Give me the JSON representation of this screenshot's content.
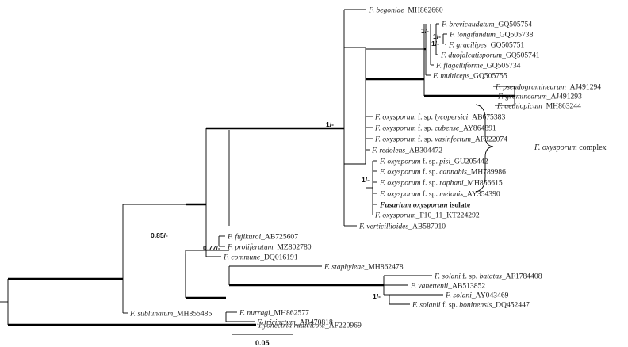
{
  "taxa": [
    {
      "id": "begoniae",
      "parts": [
        {
          "t": "F. begoniae",
          "i": true
        },
        {
          "t": "_MH862660"
        }
      ]
    },
    {
      "id": "brevicaudatum",
      "parts": [
        {
          "t": "F. brevicaudatum",
          "i": true
        },
        {
          "t": "_GQ505754"
        }
      ]
    },
    {
      "id": "longifundum",
      "parts": [
        {
          "t": "F. longifundum",
          "i": true
        },
        {
          "t": "_GQ505738"
        }
      ]
    },
    {
      "id": "gracilipes",
      "parts": [
        {
          "t": "F. gracilipes",
          "i": true
        },
        {
          "t": "_GQ505751"
        }
      ]
    },
    {
      "id": "duofalcatisporum",
      "parts": [
        {
          "t": "F. duofalcatisporum",
          "i": true
        },
        {
          "t": "_GQ505741"
        }
      ]
    },
    {
      "id": "flagelliforme",
      "parts": [
        {
          "t": "F. flagelliforme",
          "i": true
        },
        {
          "t": "_GQ505734"
        }
      ]
    },
    {
      "id": "multiceps",
      "parts": [
        {
          "t": "F. multiceps",
          "i": true
        },
        {
          "t": "_GQ505755"
        }
      ]
    },
    {
      "id": "pseudograminearum",
      "parts": [
        {
          "t": "F. pseudograminearum",
          "i": true
        },
        {
          "t": "_AJ491294"
        }
      ]
    },
    {
      "id": "graminearum",
      "parts": [
        {
          "t": "F. graminearum",
          "i": true
        },
        {
          "t": "_AJ491293"
        }
      ]
    },
    {
      "id": "aethiopicum",
      "parts": [
        {
          "t": "F. aethiopicum",
          "i": true
        },
        {
          "t": "_MH863244"
        }
      ]
    },
    {
      "id": "lycopersici",
      "parts": [
        {
          "t": "F. oxysporum",
          "i": true
        },
        {
          "t": " f. sp. "
        },
        {
          "t": "lycopersici",
          "i": true
        },
        {
          "t": "_AB675383"
        }
      ]
    },
    {
      "id": "cubense",
      "parts": [
        {
          "t": "F. oxysporum",
          "i": true
        },
        {
          "t": " f. sp. "
        },
        {
          "t": "cubense",
          "i": true
        },
        {
          "t": "_AY864891"
        }
      ]
    },
    {
      "id": "vasinfectum",
      "parts": [
        {
          "t": "F. oxysporum",
          "i": true
        },
        {
          "t": " f. sp. "
        },
        {
          "t": "vasinfectum",
          "i": true
        },
        {
          "t": "_AF322074"
        }
      ]
    },
    {
      "id": "redolens",
      "parts": [
        {
          "t": "F. redolens",
          "i": true
        },
        {
          "t": "_AB304472"
        }
      ]
    },
    {
      "id": "pisi",
      "parts": [
        {
          "t": "F. oxysporum",
          "i": true
        },
        {
          "t": " f. sp. "
        },
        {
          "t": "pisi",
          "i": true
        },
        {
          "t": "_GU205442"
        }
      ]
    },
    {
      "id": "cannabis",
      "parts": [
        {
          "t": "F. oxysporum",
          "i": true
        },
        {
          "t": " f. sp. "
        },
        {
          "t": "cannabis",
          "i": true
        },
        {
          "t": "_MH789986"
        }
      ]
    },
    {
      "id": "raphani",
      "parts": [
        {
          "t": "F. oxysporum",
          "i": true
        },
        {
          "t": " f. sp. "
        },
        {
          "t": "raphani",
          "i": true
        },
        {
          "t": "_MH856615"
        }
      ]
    },
    {
      "id": "melonis",
      "parts": [
        {
          "t": "F. oxysporum",
          "i": true
        },
        {
          "t": " f. sp. "
        },
        {
          "t": "melonis",
          "i": true
        },
        {
          "t": "_AY354390"
        }
      ]
    },
    {
      "id": "isolate",
      "parts": [
        {
          "t": "Fusarium oxysporum",
          "i": true,
          "b": true
        },
        {
          "t": " isolate",
          "b": true
        }
      ]
    },
    {
      "id": "f10",
      "parts": [
        {
          "t": "F. oxysporum",
          "i": true
        },
        {
          "t": "_F10_11_KT224292"
        }
      ]
    },
    {
      "id": "verticillioides",
      "parts": [
        {
          "t": "F. verticillioides",
          "i": true
        },
        {
          "t": "_AB587010"
        }
      ]
    },
    {
      "id": "fujikuroi",
      "parts": [
        {
          "t": "F. fujikuroi",
          "i": true
        },
        {
          "t": "_AB725607"
        }
      ]
    },
    {
      "id": "proliferatum",
      "parts": [
        {
          "t": "F. proliferatum",
          "i": true
        },
        {
          "t": "_MZ802780"
        }
      ]
    },
    {
      "id": "commune",
      "parts": [
        {
          "t": "F. commune",
          "i": true
        },
        {
          "t": "_DQ016191"
        }
      ]
    },
    {
      "id": "staphyleae",
      "parts": [
        {
          "t": "F. staphyleae",
          "i": true
        },
        {
          "t": "_MH862478"
        }
      ]
    },
    {
      "id": "batatas",
      "parts": [
        {
          "t": "F. solani",
          "i": true
        },
        {
          "t": " f. sp. "
        },
        {
          "t": "batatas",
          "i": true
        },
        {
          "t": "_AF1784408"
        }
      ]
    },
    {
      "id": "vanettenii",
      "parts": [
        {
          "t": "F. vanettenii",
          "i": true
        },
        {
          "t": "_AB513852"
        }
      ]
    },
    {
      "id": "solani",
      "parts": [
        {
          "t": "F. solani",
          "i": true
        },
        {
          "t": "_AY043469"
        }
      ]
    },
    {
      "id": "boninensis",
      "parts": [
        {
          "t": "F. solanii",
          "i": true
        },
        {
          "t": " f. sp. "
        },
        {
          "t": "boninensis",
          "i": true
        },
        {
          "t": "_DQ452447"
        }
      ]
    },
    {
      "id": "nurragi",
      "parts": [
        {
          "t": "F. nurragi",
          "i": true
        },
        {
          "t": "_MH862577"
        }
      ]
    },
    {
      "id": "tricinctum",
      "parts": [
        {
          "t": "F. tricinctum",
          "i": true
        },
        {
          "t": "_AB470818"
        }
      ]
    },
    {
      "id": "sublunatum",
      "parts": [
        {
          "t": "F. sublunatum",
          "i": true
        },
        {
          "t": "_MH855485"
        }
      ]
    },
    {
      "id": "ilyonectria",
      "parts": [
        {
          "t": "Ilyonectria radicicola",
          "i": true
        },
        {
          "t": "_AF220969"
        }
      ]
    }
  ],
  "support_values": {
    "oxysporum_group": "1/-",
    "brevicaudatum_group": "1/-",
    "longifundum_group": "1/-",
    "gracilipes_group": "1/-",
    "oxysporum_core": "1/-",
    "fujikuroi_complex": "0.85/-",
    "solani_complex": "0.77/-",
    "solani_pair": "1/-"
  },
  "clade": {
    "name": [
      {
        "t": "F. oxysporum",
        "i": true
      },
      {
        "t": " complex"
      }
    ]
  },
  "scale_bar": {
    "label": "0.05"
  }
}
